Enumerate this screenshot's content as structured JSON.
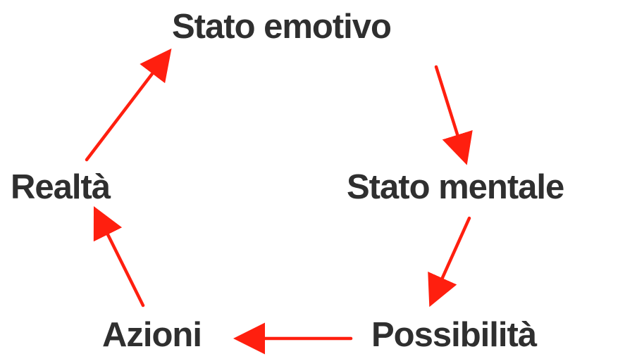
{
  "diagram": {
    "nodes": {
      "top": "Stato emotivo",
      "right": "Stato mentale",
      "bottom_right": "Possibilità",
      "bottom_left": "Azioni",
      "left": "Realtà"
    },
    "arrow_color": "#ff1f0f",
    "text_color": "#2f2f2f",
    "edges": [
      {
        "from": "Stato emotivo",
        "to": "Stato mentale"
      },
      {
        "from": "Stato mentale",
        "to": "Possibilità"
      },
      {
        "from": "Possibilità",
        "to": "Azioni"
      },
      {
        "from": "Azioni",
        "to": "Realtà"
      },
      {
        "from": "Realtà",
        "to": "Stato emotivo"
      }
    ]
  }
}
